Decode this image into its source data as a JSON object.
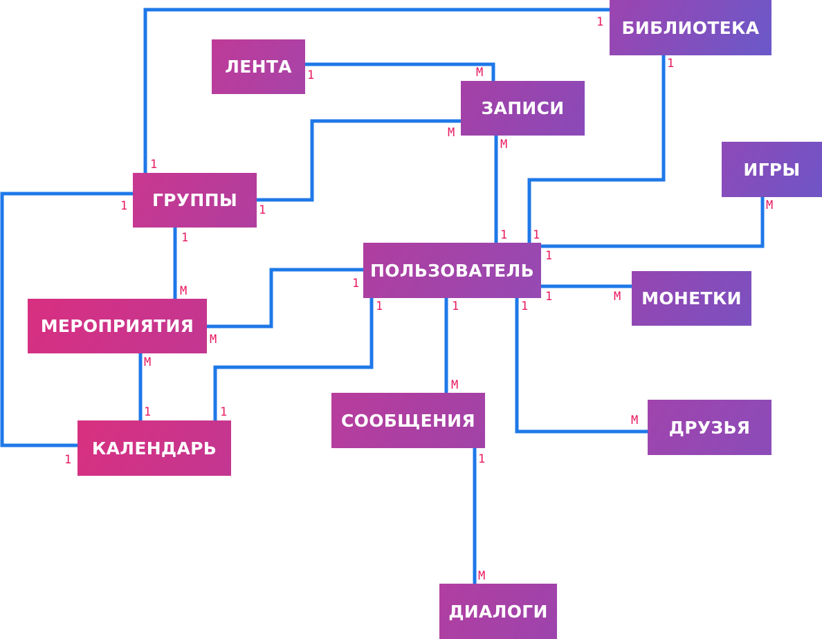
{
  "colors": {
    "link": "#1f78e8",
    "cardinality": "#e8175d",
    "entity_left": "#d8307e",
    "entity_right": "#6a59c9",
    "entity_text": "#ffffff"
  },
  "entities": {
    "biblioteka": "БИБЛИОТЕКА",
    "lenta": "ЛЕНТА",
    "zapisi": "ЗАПИСИ",
    "igry": "ИГРЫ",
    "gruppy": "ГРУППЫ",
    "polzovatel": "ПОЛЬЗОВАТЕЛЬ",
    "monetki": "МОНЕТКИ",
    "meropriyatiya": "МЕРОПРИЯТИЯ",
    "soobshcheniya": "СООБЩЕНИЯ",
    "druzya": "ДРУЗЬЯ",
    "kalendar": "КАЛЕНДАРЬ",
    "dialogi": "ДИАЛОГИ"
  },
  "relationships": [
    {
      "name": "gruppy-biblioteka",
      "from": "ГРУППЫ",
      "from_card": "1",
      "to": "БИБЛИОТЕКА",
      "to_card": "1"
    },
    {
      "name": "lenta-zapisi",
      "from": "ЛЕНТА",
      "from_card": "1",
      "to": "ЗАПИСИ",
      "to_card": "М"
    },
    {
      "name": "gruppy-zapisi",
      "from": "ГРУППЫ",
      "from_card": "1",
      "to": "ЗАПИСИ",
      "to_card": "М"
    },
    {
      "name": "polzovatel-zapisi",
      "from": "ПОЛЬЗОВАТЕЛЬ",
      "from_card": "1",
      "to": "ЗАПИСИ",
      "to_card": "М"
    },
    {
      "name": "polzovatel-biblioteka",
      "from": "ПОЛЬЗОВАТЕЛЬ",
      "from_card": "1",
      "to": "БИБЛИОТЕКА",
      "to_card": "1"
    },
    {
      "name": "polzovatel-igry",
      "from": "ПОЛЬЗОВАТЕЛЬ",
      "from_card": "1",
      "to": "ИГРЫ",
      "to_card": "М"
    },
    {
      "name": "polzovatel-monetki",
      "from": "ПОЛЬЗОВАТЕЛЬ",
      "from_card": "1",
      "to": "МОНЕТКИ",
      "to_card": "М"
    },
    {
      "name": "polzovatel-meropriyatiya",
      "from": "ПОЛЬЗОВАТЕЛЬ",
      "from_card": "1",
      "to": "МЕРОПРИЯТИЯ",
      "to_card": "М"
    },
    {
      "name": "polzovatel-kalendar",
      "from": "ПОЛЬЗОВАТЕЛЬ",
      "from_card": "1",
      "to": "КАЛЕНДАРЬ",
      "to_card": "1"
    },
    {
      "name": "polzovatel-soobshcheniya",
      "from": "ПОЛЬЗОВАТЕЛЬ",
      "from_card": "1",
      "to": "СООБЩЕНИЯ",
      "to_card": "М"
    },
    {
      "name": "polzovatel-druzya",
      "from": "ПОЛЬЗОВАТЕЛЬ",
      "from_card": "1",
      "to": "ДРУЗЬЯ",
      "to_card": "М"
    },
    {
      "name": "gruppy-meropriyatiya",
      "from": "ГРУППЫ",
      "from_card": "1",
      "to": "МЕРОПРИЯТИЯ",
      "to_card": "М"
    },
    {
      "name": "gruppy-kalendar",
      "from": "ГРУППЫ",
      "from_card": "1",
      "to": "КАЛЕНДАРЬ",
      "to_card": "1"
    },
    {
      "name": "meropriyatiya-kalendar",
      "from": "МЕРОПРИЯТИЯ",
      "from_card": "М",
      "to": "КАЛЕНДАРЬ",
      "to_card": "1"
    },
    {
      "name": "soobshcheniya-dialogi",
      "from": "СООБЩЕНИЯ",
      "from_card": "1",
      "to": "ДИАЛОГИ",
      "to_card": "М"
    }
  ]
}
